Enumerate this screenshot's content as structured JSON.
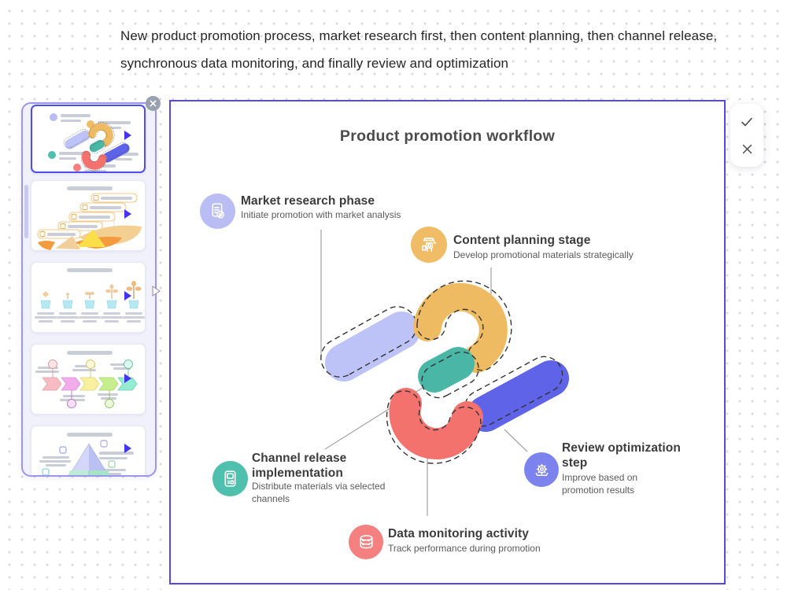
{
  "prompt": {
    "line1": "New product promotion process, market research first, then content planning, then channel release,",
    "line2": "synchronous data monitoring, and finally review and optimization"
  },
  "sidebar": {
    "selected_index": 0,
    "thumbnails": [
      {
        "name": "s-curve-workflow-preview"
      },
      {
        "name": "layered-funnel-preview"
      },
      {
        "name": "growing-plants-preview"
      },
      {
        "name": "arrow-timeline-preview"
      },
      {
        "name": "pyramid-levels-preview"
      }
    ],
    "close_icon": "close-icon",
    "scrollbar": "vertical-scrollbar"
  },
  "canvas": {
    "title": "Product promotion workflow",
    "steps": [
      {
        "title": "Market research phase",
        "description": "Initiate promotion with market analysis",
        "color": "#b9bdf3",
        "icon": "document-search-icon"
      },
      {
        "title": "Content planning stage",
        "description": "Develop promotional materials strategically",
        "color": "#f0bc66",
        "icon": "production-machine-icon"
      },
      {
        "title": "Channel release implementation",
        "description": "Distribute materials via selected channels",
        "color": "#4fbfae",
        "icon": "device-screen-icon"
      },
      {
        "title": "Data monitoring activity",
        "description": "Track performance during promotion",
        "color": "#f58080",
        "icon": "database-icon"
      },
      {
        "title": "Review optimization step",
        "description": "Improve based on promotion results",
        "color": "#7c83ee",
        "icon": "gear-icon"
      }
    ]
  },
  "controls": {
    "confirm": "check-icon",
    "cancel": "close-icon"
  },
  "colors": {
    "canvas_border": "#5546e6",
    "sidebar_border": "#9b95f0",
    "selected_border": "#4d4df2",
    "arrow": "#4335ee",
    "shape_lavender": "#bdc3f7",
    "shape_amber": "#eebb63",
    "shape_teal": "#49b6a6",
    "shape_blue": "#5e63e8",
    "shape_red": "#f4726e"
  }
}
